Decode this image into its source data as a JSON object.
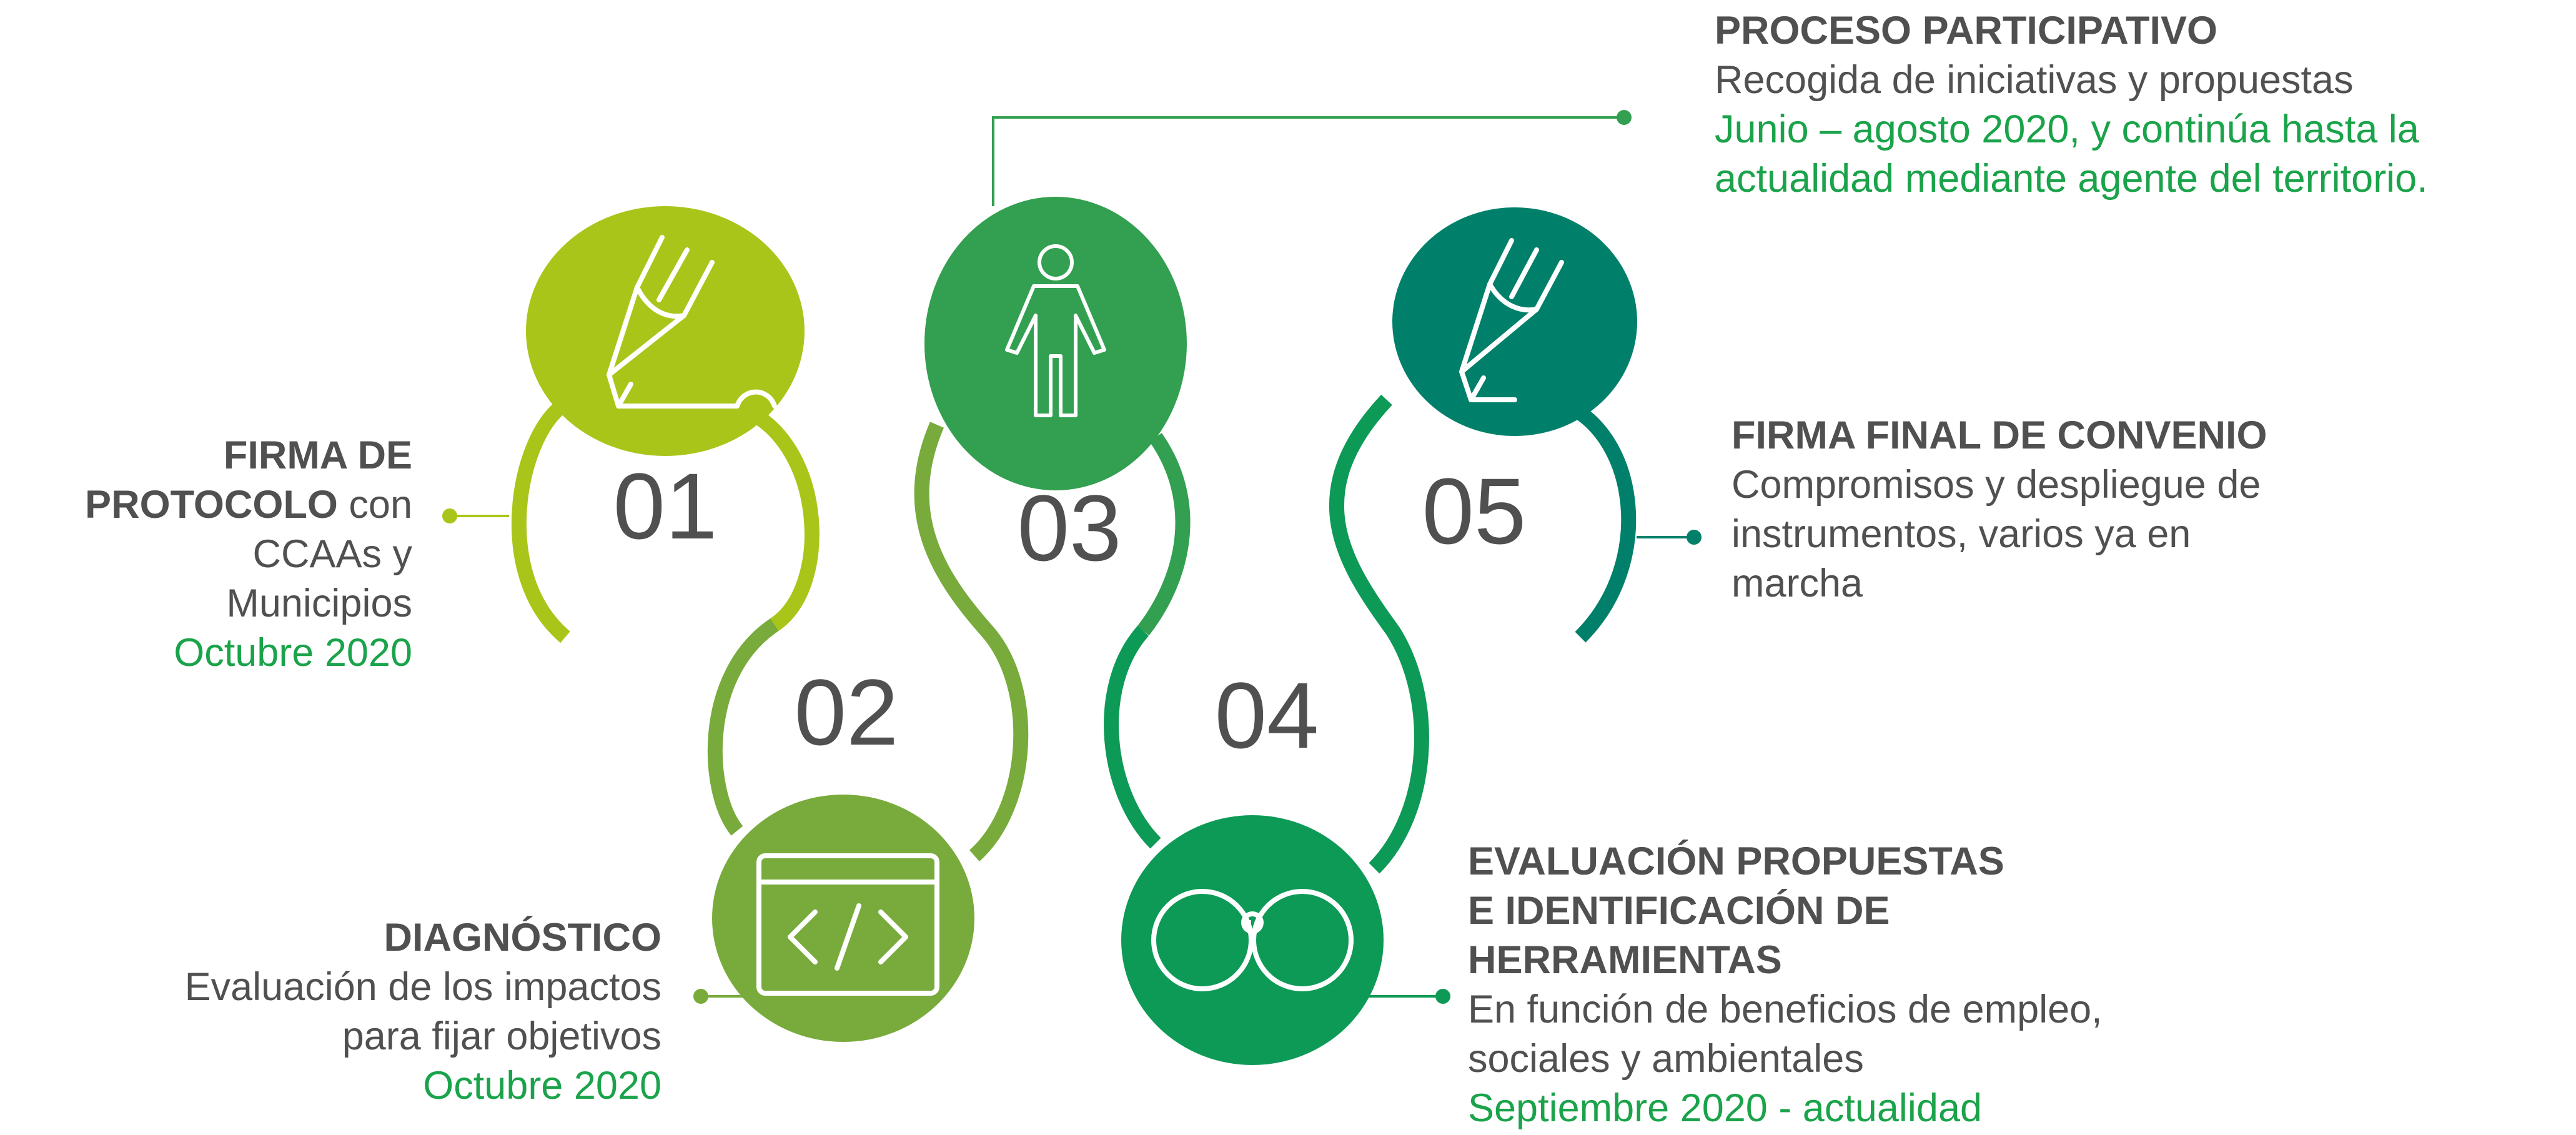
{
  "colors": {
    "step01": "#aac519",
    "step02": "#78ab3b",
    "step03": "#32a050",
    "step04": "#0d9a56",
    "step05": "#00806a",
    "heading_text": "#505050",
    "date_text": "#1aa34a",
    "connector": "#1aa34a"
  },
  "steps": [
    {
      "number": "01",
      "icon": "pencil-icon",
      "heading_bold_lines": [
        "FIRMA DE",
        "PROTOCOLO"
      ],
      "heading_tail": "con",
      "description_lines": [
        "CCAAs y",
        "Municipios"
      ],
      "date_lines": [
        "Octubre 2020"
      ]
    },
    {
      "number": "02",
      "icon": "code-window-icon",
      "heading_bold_lines": [
        "DIAGNÓSTICO"
      ],
      "description_lines": [
        "Evaluación de los impactos",
        "para fijar objetivos"
      ],
      "date_lines": [
        "Octubre 2020"
      ]
    },
    {
      "number": "03",
      "icon": "person-icon",
      "heading_bold_lines": [
        "PROCESO PARTICIPATIVO"
      ],
      "description_lines": [
        "Recogida de iniciativas y propuestas"
      ],
      "date_lines": [
        "Junio – agosto 2020, y continúa hasta la",
        "actualidad mediante agente del territorio."
      ]
    },
    {
      "number": "04",
      "icon": "glasses-icon",
      "heading_bold_lines": [
        "EVALUACIÓN PROPUESTAS",
        "E IDENTIFICACIÓN DE",
        "HERRAMIENTAS"
      ],
      "description_lines": [
        "En función de beneficios de empleo,",
        "sociales y ambientales"
      ],
      "date_lines": [
        "Septiembre 2020 - actualidad"
      ]
    },
    {
      "number": "05",
      "icon": "pencil-icon",
      "heading_bold_lines": [
        "FIRMA FINAL DE CONVENIO"
      ],
      "description_lines": [
        "Compromisos y despliegue de",
        "instrumentos, varios ya en",
        "marcha"
      ],
      "date_lines": []
    }
  ]
}
